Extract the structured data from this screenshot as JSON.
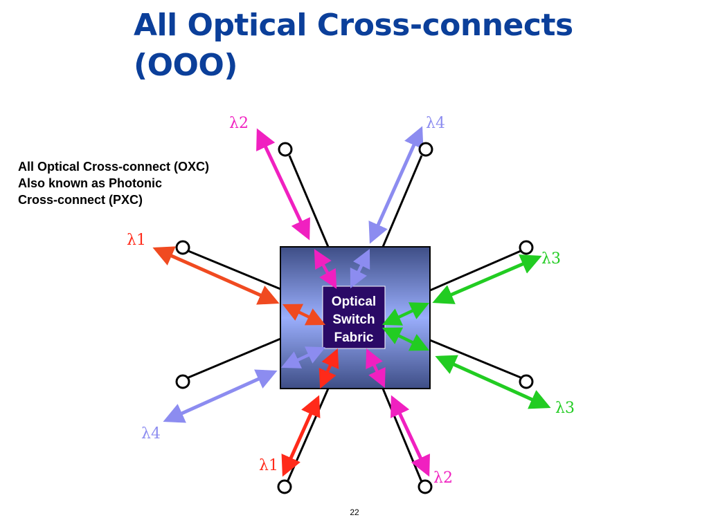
{
  "slide": {
    "title_line1": "All Optical Cross-connects",
    "title_line2": "(OOO)",
    "description": [
      "All Optical Cross-connect (OXC)",
      "Also known as Photonic",
      "Cross-connect (PXC)"
    ],
    "page_number": "22"
  },
  "diagram": {
    "fabric_label": [
      "Optical",
      "Switch",
      "Fabric"
    ],
    "wavelength_labels": {
      "top_left": "λ2",
      "top_right": "λ4",
      "left": "λ1",
      "right_upper": "λ3",
      "right_lower": "λ3",
      "bottom_left": "λ4",
      "bottom_center_left": "λ1",
      "bottom_center_right": "λ2"
    },
    "colors": {
      "lambda1": "#ff2a1a",
      "lambda1_outer": "#f04a20",
      "lambda2": "#f020c0",
      "lambda3": "#22cc22",
      "lambda4": "#8c8cf0",
      "fabric_inner": "#2a0a66",
      "fabric_gradient_top": "#3e4e86",
      "fabric_gradient_mid": "#9aaefc"
    }
  }
}
